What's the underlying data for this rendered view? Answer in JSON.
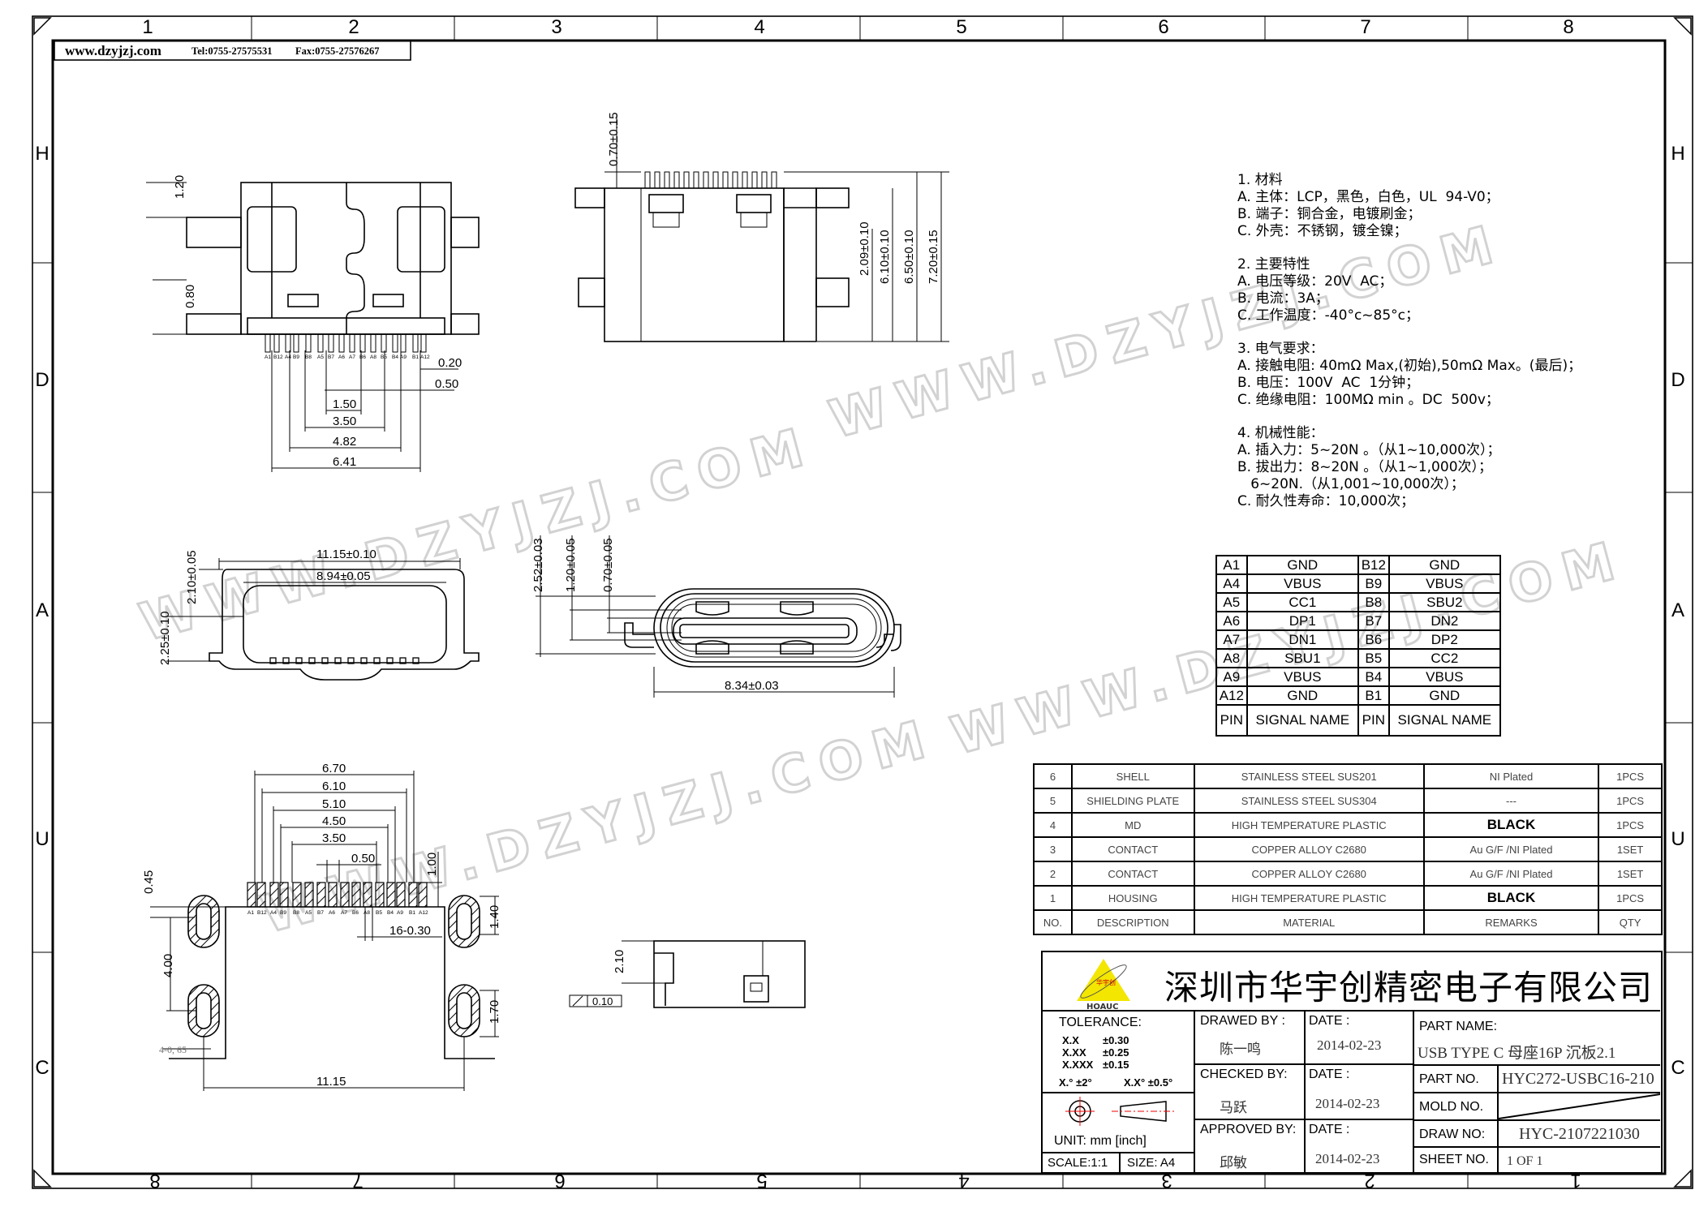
{
  "header": {
    "website": "www.dzyjzj.com",
    "tel": "Tel:0755-27575531",
    "fax": "Fax:0755-27576267"
  },
  "frame": {
    "columns_top": [
      "1",
      "2",
      "3",
      "4",
      "5",
      "6",
      "7",
      "8"
    ],
    "columns_bottom": [
      "8",
      "7",
      "6",
      "5",
      "4",
      "3",
      "2",
      "1"
    ],
    "rows_left": [
      "H",
      "D",
      "A",
      "U",
      "C"
    ],
    "rows_right": [
      "H",
      "D",
      "A",
      "U",
      "C"
    ]
  },
  "watermark": "WWW.DZYJZJ.COM",
  "views": {
    "top": {
      "d1": "1.20",
      "d2": "0.80",
      "d3": "0.20",
      "d4": "0.50",
      "d5": "1.50",
      "d6": "3.50",
      "d7": "4.82",
      "d8": "6.41",
      "pin_labels": [
        "A1",
        "B12",
        "A4",
        "B9",
        "B8",
        "A5",
        "B7",
        "A6",
        "A7",
        "B6",
        "A8",
        "B5",
        "B4",
        "A9",
        "B1",
        "A12"
      ]
    },
    "side": {
      "d1": "0.70±0.15",
      "d2": "2.09±0.10",
      "d3": "6.10±0.10",
      "d4": "6.50±0.10",
      "d5": "7.20±0.15"
    },
    "front": {
      "d1": "11.15±0.10",
      "d2": "8.94±0.05",
      "d3": "2.10±0.05",
      "d4": "2.25±0.10"
    },
    "port": {
      "d1": "2.52±0.03",
      "d2": "1.20±0.05",
      "d3": "0.70±0.05",
      "d4": "8.34±0.03"
    },
    "footprint": {
      "d1": "6.70",
      "d2": "6.10",
      "d3": "5.10",
      "d4": "4.50",
      "d5": "3.50",
      "d6": "0.50",
      "d7": "1.00",
      "d8": "0.45",
      "d9": "16-0.30",
      "d10": "1.40",
      "d11": "4.00",
      "d12": "1.70",
      "d13": "4-0, 65",
      "d14": "11.15"
    },
    "detail": {
      "d1": "2.10",
      "d2": "0.10"
    }
  },
  "notes": [
    {
      "text": "1. 材料"
    },
    {
      "text": "A. 主体：LCP，黑色，白色，UL  94-V0；"
    },
    {
      "text": "B. 端子：铜合金，电镀刷金；"
    },
    {
      "text": "C. 外壳：不锈钢，镀全镍；"
    },
    {
      "gap": true
    },
    {
      "text": "2. 主要特性"
    },
    {
      "text": "A. 电压等级：20V  AC；"
    },
    {
      "text": "B. 电流：3A；"
    },
    {
      "text": "C. 工作温度：-40°c~85°c；"
    },
    {
      "gap": true
    },
    {
      "text": "3. 电气要求："
    },
    {
      "text": "A. 接触电阻: 40mΩ Max,(初始),50mΩ Max。(最后)；"
    },
    {
      "text": "B. 电压：100V  AC  1分钟；"
    },
    {
      "text": "C. 绝缘电阻：100MΩ min 。DC  500v；"
    },
    {
      "gap": true
    },
    {
      "text": "4. 机械性能："
    },
    {
      "text": "A. 插入力：5~20N 。（从1~10,000次）；"
    },
    {
      "text": "B. 拔出力：8~20N 。（从1~1,000次）；"
    },
    {
      "text": "   6~20N.（从1,001~10,000次）；"
    },
    {
      "text": "C. 耐久性寿命：10,000次；"
    }
  ],
  "pin_table": {
    "rows": [
      [
        "A1",
        "GND",
        "B12",
        "GND"
      ],
      [
        "A4",
        "VBUS",
        "B9",
        "VBUS"
      ],
      [
        "A5",
        "CC1",
        "B8",
        "SBU2"
      ],
      [
        "A6",
        "DP1",
        "B7",
        "DN2"
      ],
      [
        "A7",
        "DN1",
        "B6",
        "DP2"
      ],
      [
        "A8",
        "SBU1",
        "B5",
        "CC2"
      ],
      [
        "A9",
        "VBUS",
        "B4",
        "VBUS"
      ],
      [
        "A12",
        "GND",
        "B1",
        "GND"
      ]
    ],
    "header": [
      "PIN",
      "SIGNAL NAME",
      "PIN",
      "SIGNAL NAME"
    ]
  },
  "bom": {
    "rows": [
      [
        "6",
        "SHELL",
        "STAINLESS STEEL SUS201",
        "NI Plated",
        "1PCS"
      ],
      [
        "5",
        "SHIELDING PLATE",
        "STAINLESS STEEL SUS304",
        "---",
        "1PCS"
      ],
      [
        "4",
        "MD",
        "HIGH TEMPERATURE PLASTIC",
        "BLACK",
        "1PCS"
      ],
      [
        "3",
        "CONTACT",
        "COPPER ALLOY C2680",
        "Au G/F /NI Plated",
        "1SET"
      ],
      [
        "2",
        "CONTACT",
        "COPPER ALLOY C2680",
        "Au G/F /NI Plated",
        "1SET"
      ],
      [
        "1",
        "HOUSING",
        "HIGH TEMPERATURE PLASTIC",
        "BLACK",
        "1PCS"
      ]
    ],
    "header": [
      "NO.",
      "DESCRIPTION",
      "MATERIAL",
      "REMARKS",
      "QTY"
    ]
  },
  "title_block": {
    "logo_text": "华宇创",
    "logo_brand": "HOAUC",
    "company": "深圳市华宇创精密电子有限公司",
    "tolerance_label": "TOLERANCE:",
    "tolerances": [
      [
        "X.X",
        "±0.30"
      ],
      [
        "X.XX",
        "±0.25"
      ],
      [
        "X.XXX",
        "±0.15"
      ]
    ],
    "angle_tol": [
      "X.° ±2°",
      "X.X° ±0.5°"
    ],
    "unit": "UNIT:  mm  [inch]",
    "scale": "SCALE:1:1",
    "size": "SIZE:  A4",
    "drawn_by_label": "DRAWED  BY :",
    "drawn_by": "陈一鸣",
    "checked_by_label": "CHECKED  BY:",
    "checked_by": "马跃",
    "approved_by_label": "APPROVED  BY:",
    "approved_by": "邱敏",
    "date_label": "DATE  :",
    "date_drawn": "2014-02-23",
    "date_checked": "2014-02-23",
    "date_approved": "2014-02-23",
    "part_name_label": "PART  NAME:",
    "part_name": "USB  TYPE  C  母座16P  沉板2.1",
    "part_no_label": "PART  NO.",
    "part_no": "HYC272-USBC16-210",
    "mold_no_label": "MOLD  NO.",
    "draw_no_label": "DRAW  NO:",
    "draw_no": "HYC-2107221030",
    "sheet_no_label": "SHEET  NO.",
    "sheet_no": "1  OF  1"
  }
}
